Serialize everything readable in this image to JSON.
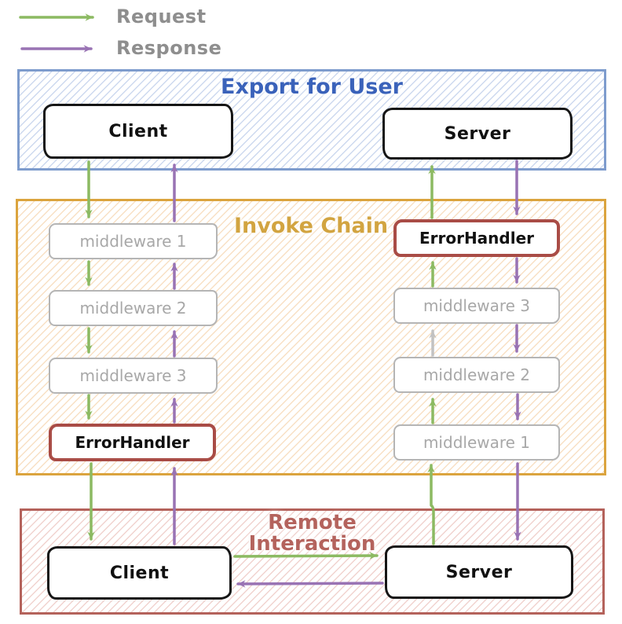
{
  "legend": {
    "items": [
      {
        "label": "Request",
        "type": "request"
      },
      {
        "label": "Response",
        "type": "response"
      }
    ]
  },
  "sections": {
    "export": {
      "title": "Export for User",
      "client_label": "Client",
      "server_label": "Server"
    },
    "invoke": {
      "title": "Invoke Chain",
      "left_chain": [
        "middleware 1",
        "middleware 2",
        "middleware 3",
        "ErrorHandler"
      ],
      "right_chain": [
        "ErrorHandler",
        "middleware 3",
        "middleware 2",
        "middleware 1"
      ]
    },
    "remote": {
      "title_line1": "Remote",
      "title_line2": "Interaction",
      "client_label": "Client",
      "server_label": "Server"
    }
  },
  "flows": [
    {
      "from": "export.client",
      "to": "invoke.left_chain",
      "via": "middleware 1 > 2 > 3 > ErrorHandler > remote.client",
      "type": "request"
    },
    {
      "from": "remote.client",
      "to": "remote.server",
      "type": "request"
    },
    {
      "from": "remote.server",
      "to": "invoke.right_chain",
      "via": "middleware 1 > 2 > 3 > ErrorHandler > export.server",
      "type": "request"
    },
    {
      "from": "right middleware 2",
      "to": "right middleware 3",
      "type": "neutral"
    },
    {
      "from": "export.server",
      "to": "remote.server",
      "via": "ErrorHandler > middleware 3 > 2 > 1",
      "type": "response"
    },
    {
      "from": "remote.server",
      "to": "remote.client",
      "type": "response"
    },
    {
      "from": "remote.client",
      "to": "export.client",
      "via": "ErrorHandler > middleware 3 > 2 > 1",
      "type": "response"
    }
  ],
  "colors": {
    "request": "#8cba62",
    "response": "#9973b4",
    "neutral-arrow": "#c2c2c2",
    "legend-text": "#8e8e8e",
    "export-border": "#7e9ccd",
    "export-title": "#3a62ba",
    "export-hatch": "#cdd9ef",
    "invoke-border": "#dba43e",
    "invoke-title": "#d2a440",
    "invoke-hatch": "#f8e0c4",
    "remote-border": "#b4625b",
    "remote-title": "#b4635d",
    "remote-hatch": "#f1d3cf",
    "middleware-border": "#b5b5b5",
    "middleware-text": "#a8a8a8",
    "errorhandler-border": "#a94c46"
  }
}
